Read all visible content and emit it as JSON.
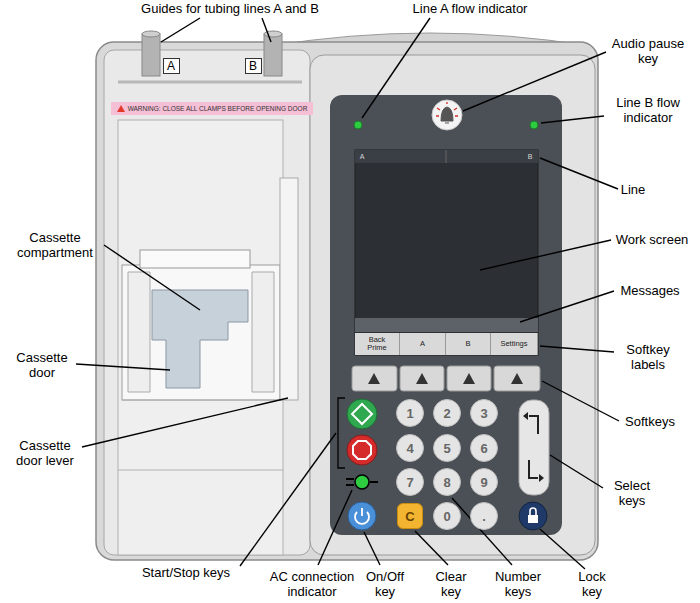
{
  "diagram": {
    "nodes": [
      {
        "text": [
          "A"
        ]
      },
      {
        "text": [
          "B"
        ]
      },
      {
        "text": [
          "WARNING: CLOSE ALL CLAMPS BEFORE OPENING DOOR"
        ]
      },
      {
        "text": [
          "Back Prime"
        ]
      },
      {
        "text": [
          "A"
        ]
      },
      {
        "text": [
          "B"
        ]
      },
      {
        "text": [
          "Settings"
        ]
      },
      {
        "text": [
          "1"
        ]
      },
      {
        "text": [
          "2"
        ]
      },
      {
        "text": [
          "3"
        ]
      },
      {
        "text": [
          "4"
        ]
      },
      {
        "text": [
          "5"
        ]
      },
      {
        "text": [
          "6"
        ]
      },
      {
        "text": [
          "7"
        ]
      },
      {
        "text": [
          "8"
        ]
      },
      {
        "text": [
          "9"
        ]
      },
      {
        "text": [
          "C"
        ]
      },
      {
        "text": [
          "0"
        ]
      },
      {
        "text": [
          "."
        ]
      }
    ],
    "labels": [
      "Guides for tubing lines A and B",
      "Line A flow indicator",
      "Audio pause key",
      "Line B flow indicator",
      "Line",
      "Work screen",
      "Messages",
      "Softkey labels",
      "Softkeys",
      "Cassette compartment",
      "Cassette door",
      "Cassette door lever",
      "Select keys",
      "Start/Stop keys",
      "AC connection indicator",
      "On/Off key",
      "Clear key",
      "Number keys",
      "Lock key",
      "A",
      "B"
    ]
  }
}
